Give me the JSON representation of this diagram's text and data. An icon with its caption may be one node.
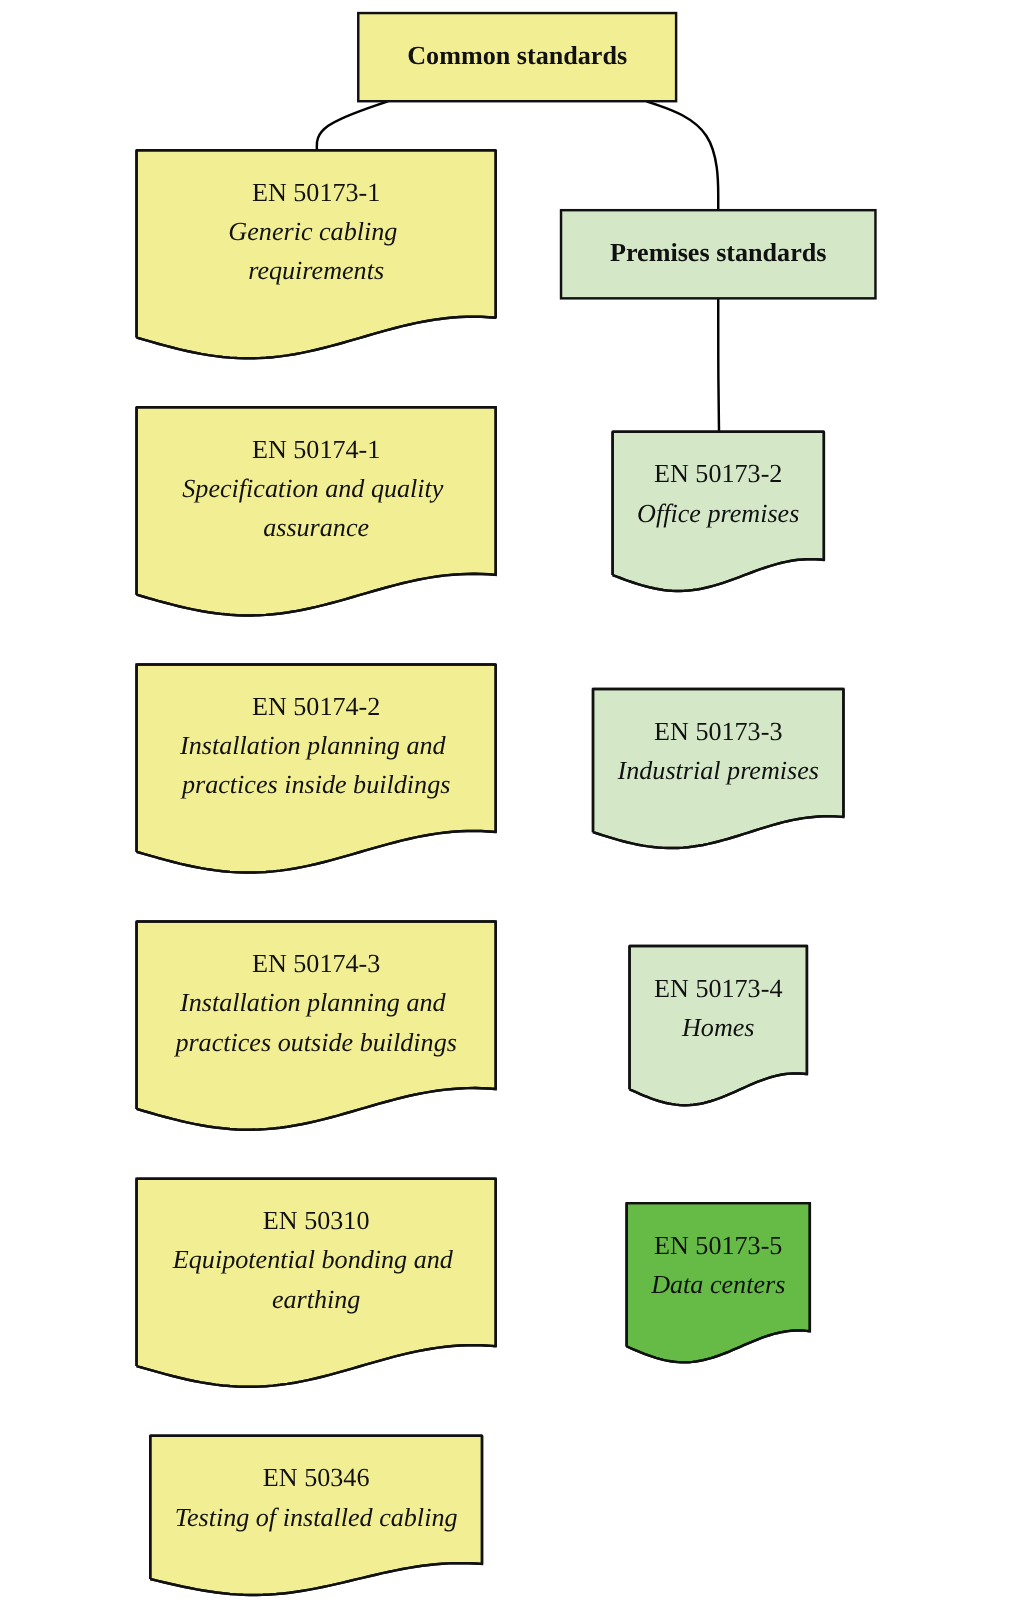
{
  "diagram": {
    "nodes": [
      {
        "text": [
          "Common standards"
        ]
      },
      {
        "text": [
          "Premises standards"
        ]
      },
      {
        "text": [
          "EN 50173-1",
          "Generic cabling requirements"
        ]
      },
      {
        "text": [
          "EN 50174-1",
          "Specification and quality assurance"
        ]
      },
      {
        "text": [
          "EN 50174-2",
          "Installation planning and practices inside buildings"
        ]
      },
      {
        "text": [
          "EN 50174-3",
          "Installation planning and practices outside buildings"
        ]
      },
      {
        "text": [
          "EN 50310",
          "Equipotential bonding and earthing"
        ]
      },
      {
        "text": [
          "EN 50346",
          "Testing of installed cabling"
        ]
      },
      {
        "text": [
          "EN 50173-2",
          "Office premises"
        ]
      },
      {
        "text": [
          "EN 50173-3",
          "Industrial premises"
        ]
      },
      {
        "text": [
          "EN 50173-4",
          "Homes"
        ]
      },
      {
        "text": [
          "EN 50173-5",
          "Data centers"
        ]
      }
    ],
    "edges": [
      {
        "from": 0,
        "to": 1,
        "arrow": "none"
      },
      {
        "from": 0,
        "to": 2,
        "arrow": "none"
      },
      {
        "from": 1,
        "to": 8,
        "arrow": "none"
      }
    ]
  }
}
